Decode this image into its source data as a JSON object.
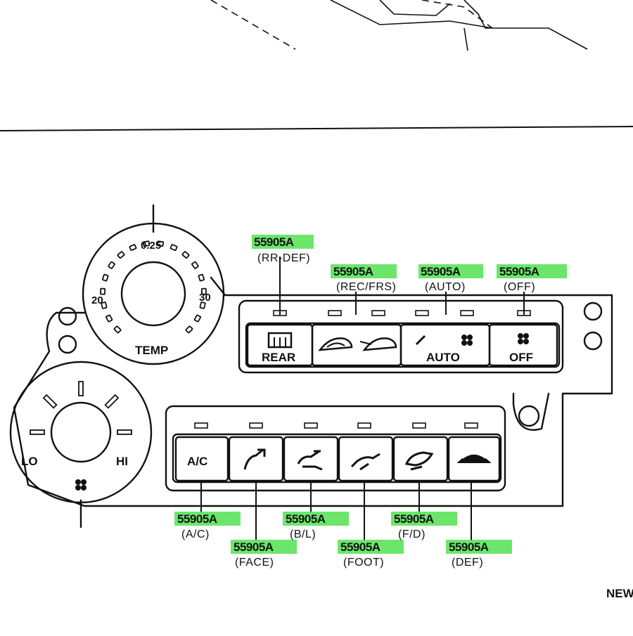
{
  "dials": {
    "temp": {
      "label": "TEMP",
      "scale_low": "20",
      "scale_mid": "0.25",
      "scale_high": "30"
    },
    "fan": {
      "label_lo": "LO",
      "label_hi": "HI"
    }
  },
  "upper_buttons": [
    {
      "key": "rear",
      "label": "REAR",
      "icon": "rear-defrost-icon"
    },
    {
      "key": "rec",
      "label": "",
      "icon": "recirculation-icon"
    },
    {
      "key": "frs",
      "label": "",
      "icon": "fresh-air-icon"
    },
    {
      "key": "auto",
      "label": "AUTO",
      "icon": "auto-fan-icon"
    },
    {
      "key": "off",
      "label": "OFF",
      "icon": "fan-icon"
    }
  ],
  "lower_buttons": [
    {
      "key": "ac",
      "label": "A/C",
      "icon": ""
    },
    {
      "key": "face",
      "label": "",
      "icon": "face-vent-icon"
    },
    {
      "key": "bl",
      "label": "",
      "icon": "bilevel-vent-icon"
    },
    {
      "key": "foot",
      "label": "",
      "icon": "foot-vent-icon"
    },
    {
      "key": "fd",
      "label": "",
      "icon": "foot-defrost-icon"
    },
    {
      "key": "def",
      "label": "",
      "icon": "windshield-defrost-icon"
    }
  ],
  "callouts": {
    "rr_def": {
      "code": "55905A",
      "desc": "(RR-DEF)"
    },
    "rec_frs": {
      "code": "55905A",
      "desc": "(REC/FRS)"
    },
    "auto": {
      "code": "55905A",
      "desc": "(AUTO)"
    },
    "off": {
      "code": "55905A",
      "desc": "(OFF)"
    },
    "ac": {
      "code": "55905A",
      "desc": "(A/C)"
    },
    "face": {
      "code": "55905A",
      "desc": "(FACE)"
    },
    "bl": {
      "code": "55905A",
      "desc": "(B/L)"
    },
    "foot": {
      "code": "55905A",
      "desc": "(FOOT)"
    },
    "fd": {
      "code": "55905A",
      "desc": "(F/D)"
    },
    "def": {
      "code": "55905A",
      "desc": "(DEF)"
    }
  },
  "corner_text": "NEW",
  "colors": {
    "highlight": "#5be35b",
    "ink": "#111111",
    "paper": "#ffffff"
  }
}
